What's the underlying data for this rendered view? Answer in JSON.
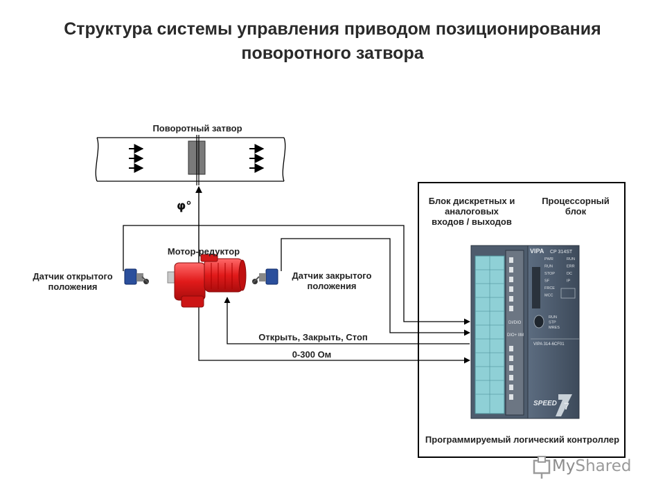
{
  "title_line1": "Структура системы управления приводом позиционирования",
  "title_line2": "поворотного затвора",
  "labels": {
    "valve": "Поворотный затвор",
    "angle": "φ°",
    "motor": "Мотор-редуктор",
    "sensor_open_1": "Датчик открытого",
    "sensor_open_2": "положения",
    "sensor_closed_1": "Датчик закрытого",
    "sensor_closed_2": "положения",
    "io_block_1": "Блок дискретных и",
    "io_block_2": "аналоговых",
    "io_block_3": "входов / выходов",
    "cpu_block_1": "Процессорный",
    "cpu_block_2": "блок",
    "cmd_signal": "Открыть, Закрыть, Стоп",
    "resistance_signal": "0-300 Ом",
    "plc": "Программируемый логический контроллер"
  },
  "plc_device": {
    "brand": "VIPA",
    "model": "CP 314ST",
    "leds": [
      "PWR",
      "RUN",
      "STOP",
      "SF",
      "FRCE",
      "MCC"
    ],
    "right_leds": [
      "RUN",
      "ERR",
      "DC",
      "IP"
    ],
    "run_stop": [
      "RUN",
      "STP",
      "MRES"
    ],
    "di": "DI/DIO",
    "dio": "DIO+ IIM",
    "part": "VIPA 314-6CF01",
    "speed": "SPEED",
    "speed_num": "7"
  },
  "watermark": {
    "my": "My",
    "shared": "Shared"
  }
}
